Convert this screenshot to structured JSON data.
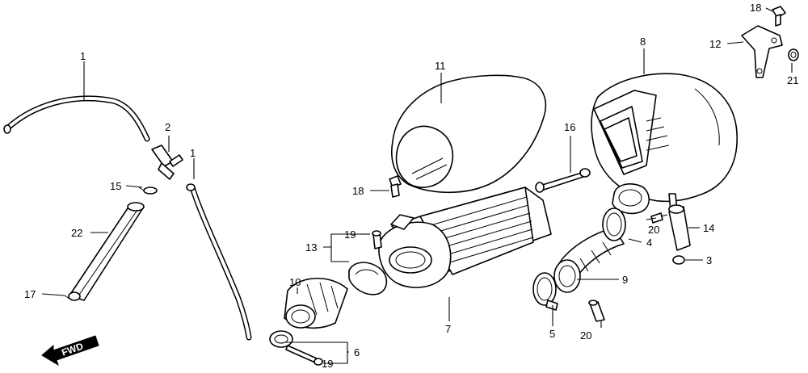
{
  "callouts": {
    "c1a": "1",
    "c1b": "1",
    "c2": "2",
    "c3": "3",
    "c4": "4",
    "c5": "5",
    "c6": "6",
    "c7": "7",
    "c8": "8",
    "c9": "9",
    "c10": "10",
    "c11": "11",
    "c12": "12",
    "c13": "13",
    "c14": "14",
    "c15": "15",
    "c16": "16",
    "c17": "17",
    "c18a": "18",
    "c18b": "18",
    "c19a": "19",
    "c19b": "19",
    "c20a": "20",
    "c20b": "20",
    "c21": "21",
    "c22": "22"
  },
  "direction_arrow": {
    "label": "FWD",
    "icon": "fwd-arrow-icon"
  }
}
